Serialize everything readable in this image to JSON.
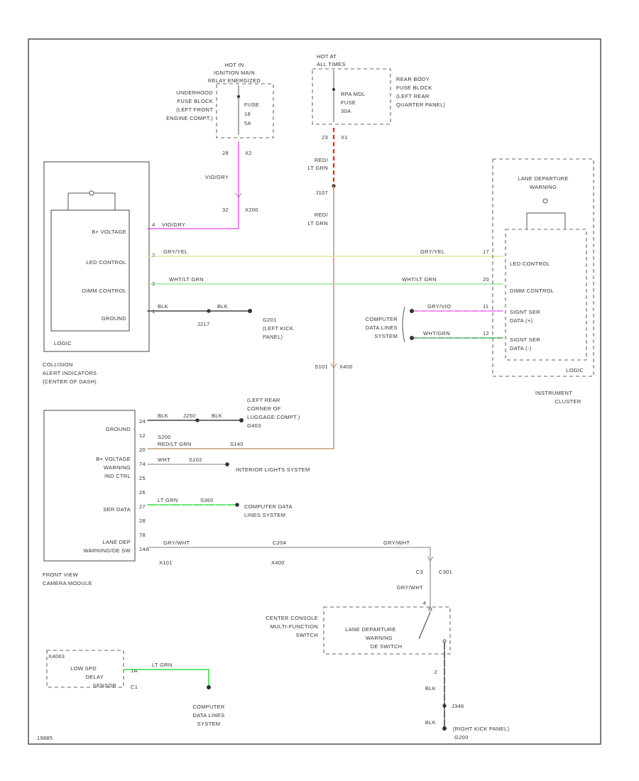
{
  "colors": {
    "violet": "#ee66ee",
    "yellow": "#e2e2a2",
    "green": "#9ae69a",
    "lt_green": "#33dd44",
    "black": "#444444",
    "red_dash": "#ee2222",
    "brown": "#c99a72",
    "gray": "#aaaaaa"
  },
  "top_fuse_left": {
    "line1": "HOT IN",
    "line2": "IGNITION MAIN",
    "line3": "RELAY ENERGIZED",
    "location1": "UNDERHOOD",
    "location2": "FUSE BLOCK",
    "location3": "(LEFT FRONT",
    "location4": "ENGINE COMPT.)",
    "fuse1": "FUSE",
    "fuse2": "18",
    "fuse3": "5A",
    "pin_a": "28",
    "pin_b": "X2",
    "wire": "VIO/GRY",
    "pin_c": "32",
    "conn": "X200"
  },
  "top_fuse_right": {
    "line1": "HOT AT",
    "line2": "ALL TIMES",
    "location1": "REAR BODY",
    "location2": "FUSE BLOCK",
    "location3": "(LEFT REAR",
    "location4": "QUARTER PANEL)",
    "fuse1": "RPA MDL",
    "fuse2": "FUSE",
    "fuse3": "30A",
    "pin_a": "23",
    "pin_b": "X1",
    "wire1a": "RED/",
    "wire1b": "LT GRN",
    "splice": "J107",
    "wire2a": "RED/",
    "wire2b": "LT GRN"
  },
  "collision_module": {
    "pins": [
      "B+ VOLTAGE",
      "LED CONTROL",
      "DIMM CONTROL",
      "GROUND"
    ],
    "pin_nums": [
      "4",
      "2",
      "3",
      "1"
    ],
    "logic": "LOGIC",
    "name1": "COLLISION",
    "name2": "ALERT INDICATORS",
    "name3": "(CENTER OF DASH)",
    "wire_b": "VIO/GRY",
    "wire_led": "GRY/YEL",
    "wire_dimm": "WHT/LT GRN",
    "wire_gnd1": "BLK",
    "wire_gnd2": "BLK",
    "splice": "J217",
    "ground_id": "G201",
    "ground_loc1": "(LEFT KICK",
    "ground_loc2": "PANEL)"
  },
  "cluster": {
    "title1": "LANE DEPARTURE",
    "title2": "WARNING",
    "pins": [
      "LED CONTROL",
      "DIMM CONTROL"
    ],
    "ser1a": "SIGNT SER",
    "ser1b": "DATA (+)",
    "ser2a": "SIGNT SER",
    "ser2b": "DATA (-)",
    "logic": "LOGIC",
    "name1": "INSTRUMENT",
    "name2": "CLUSTER",
    "wire_led": "GRY/YEL",
    "wire_led_pin": "17",
    "wire_dimm": "WHT/LT GRN",
    "wire_dimm_pin": "20",
    "wire_ser1": "GRY/VIO",
    "wire_ser1_pin": "11",
    "wire_ser2": "WHT/GRN",
    "wire_ser2_pin": "12",
    "cdl1": "COMPUTER",
    "cdl2": "DATA LINES",
    "cdl3": "SYSTEM"
  },
  "camera": {
    "pins": [
      "GROUND",
      "",
      "B+ VOLTAGE",
      "WARNING",
      "IND CTRL",
      "",
      "SER DATA",
      "",
      "",
      "LANE DEP",
      "WARNING/DE SW"
    ],
    "nums": [
      "24",
      "12",
      "20",
      "74",
      "25",
      "26",
      "27",
      "28",
      "78",
      "14A"
    ],
    "name1": "FRONT VIEW",
    "name2": "CAMERA MODULE",
    "wire_gnd": "BLK",
    "gnd_id": "J250",
    "gnd_wire2": "BLK",
    "gnd_conn": "S200",
    "gnd_loc1": "(LEFT REAR",
    "gnd_loc2": "CORNER OF",
    "gnd_loc3": "LUGGAGE COMPT.)",
    "gnd_loc4": "G403",
    "bplus_wire": "RED/LT GRN",
    "bplus_conn": "S140",
    "splice_id": "S101",
    "splice_conn": "X400",
    "ind_wire": "WHT",
    "ind_conn": "S102",
    "ind_dest": "INTERIOR LIGHTS SYSTEM",
    "ser_wire": "LT GRN",
    "ser_conn": "S360",
    "ser_dest1": "COMPUTER DATA",
    "ser_dest2": "LINES SYSTEM",
    "sw_wire1": "GRY/WHT",
    "sw_conn1": "X101",
    "sw_conn2": "C204",
    "sw_conn3": "X400",
    "sw_wire2": "GRY/WHT",
    "sw_pin": "C3",
    "sw_conn4": "C301",
    "sw_wire3": "GRY/WHT"
  },
  "switch": {
    "group1": "CENTER CONSOLE",
    "group2": "MULTI-FUNCTION",
    "group3": "SWITCH",
    "name1": "LANE DEPARTURE",
    "name2": "WARNING",
    "name3": "DE SWITCH",
    "pin_top": "4",
    "pin_bot": "2",
    "wire": "BLK",
    "splice": "J346",
    "wire2": "BLK",
    "ground_id": "G200",
    "ground_loc": "(RIGHT KICK PANEL)"
  },
  "speed_sensor": {
    "conn": "X4063",
    "name1": "LOW SPD",
    "name2": "DELAY",
    "name3": "SENSOR",
    "pin": "1A",
    "wire": "LT GRN",
    "sub": "C1",
    "dest1": "COMPUTER",
    "dest2": "DATA LINES",
    "dest3": "SYSTEM"
  },
  "footer": {
    "id": "19885"
  }
}
